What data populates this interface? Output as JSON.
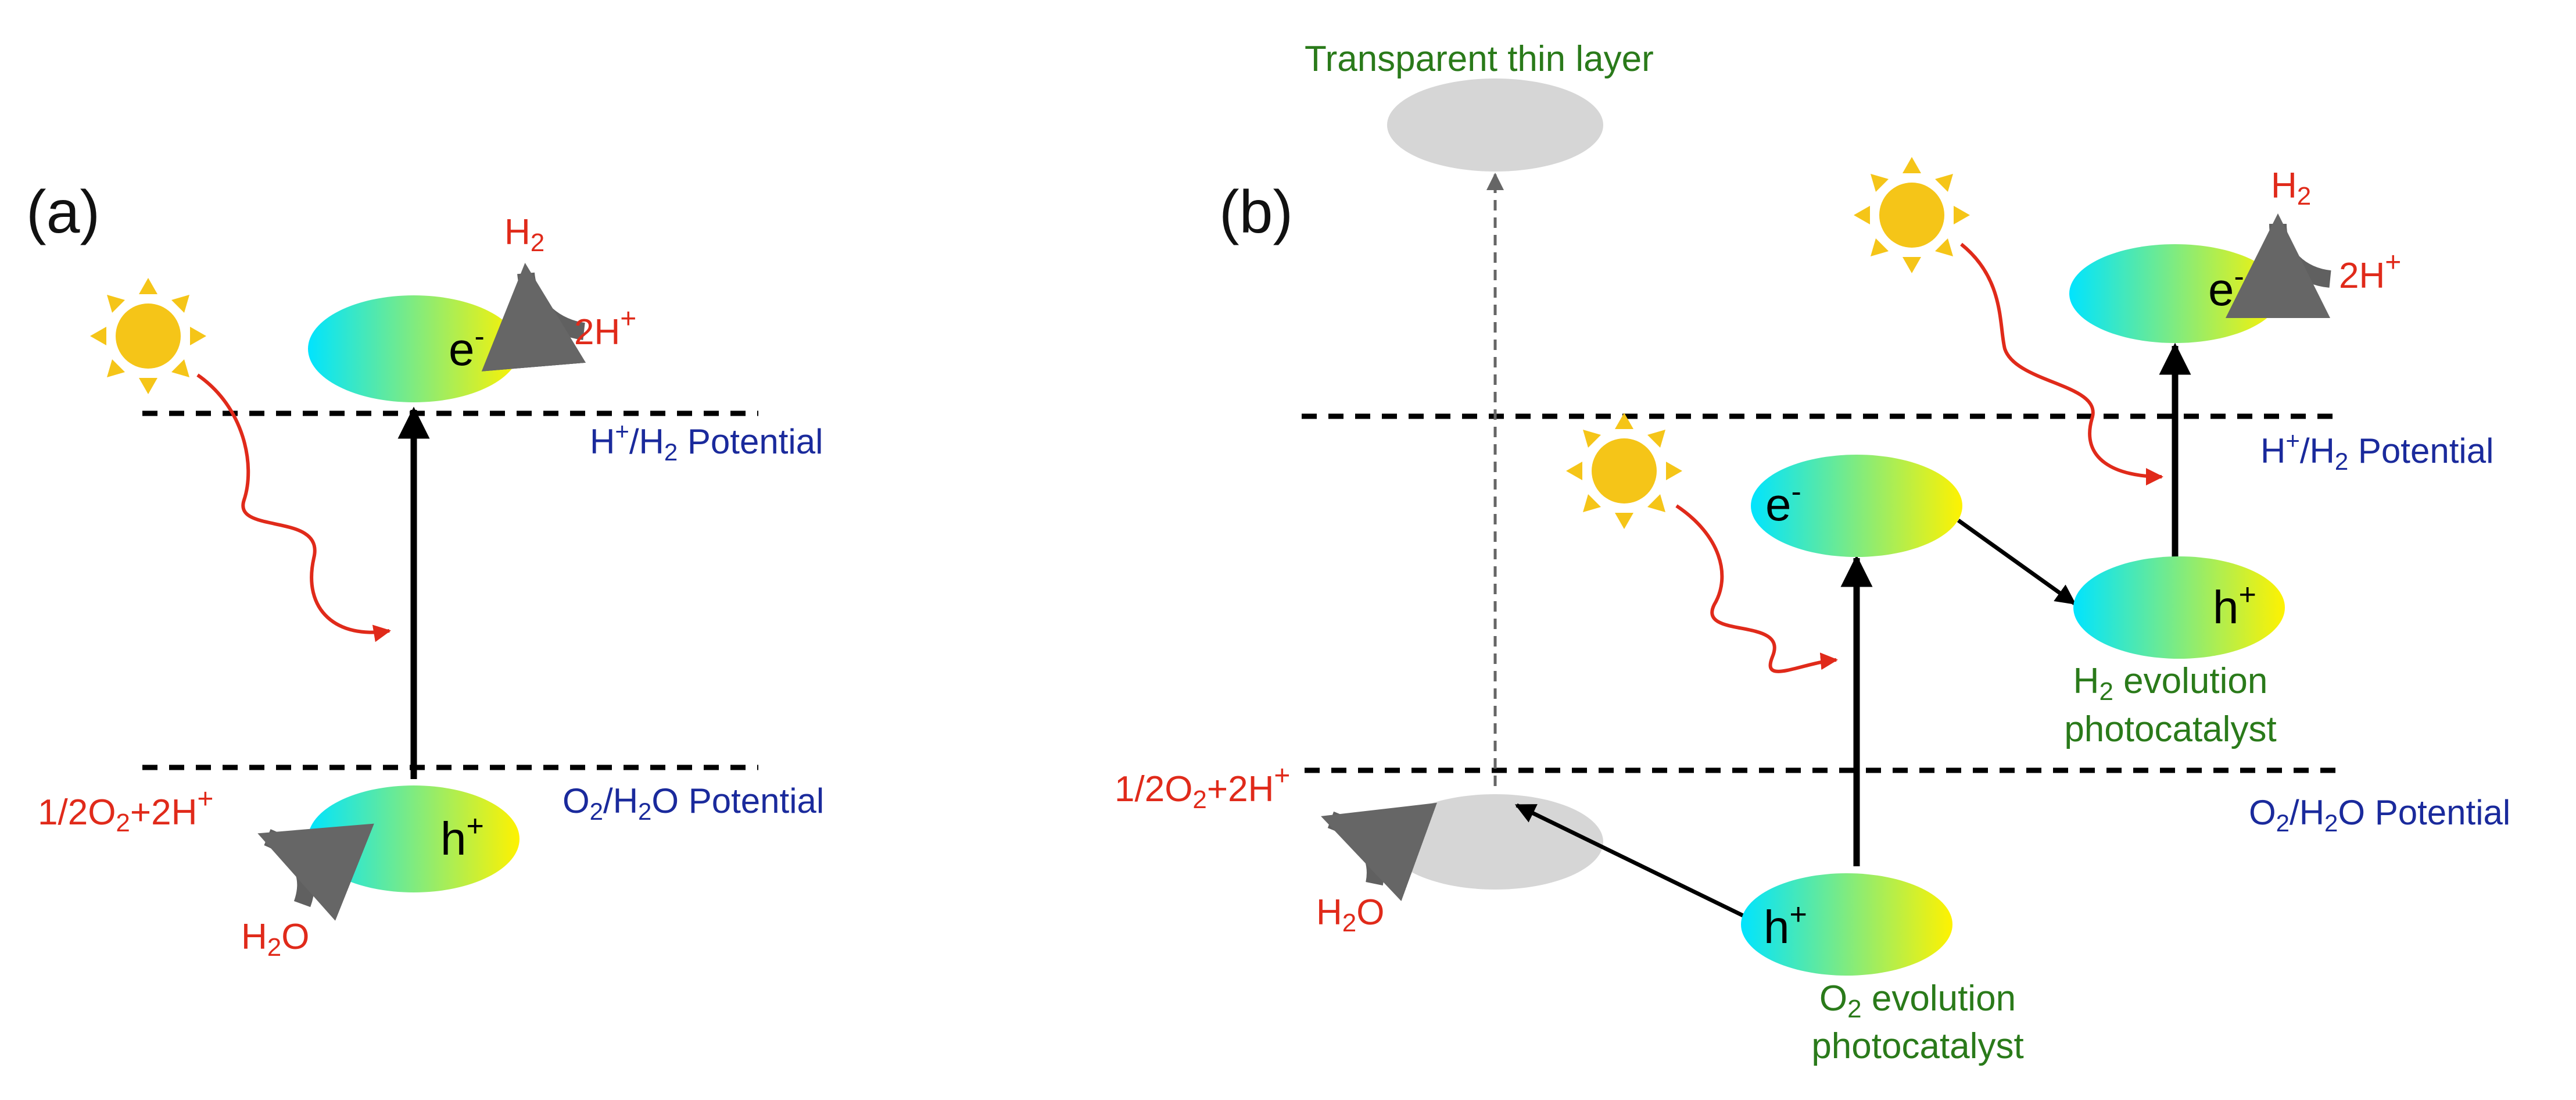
{
  "panels": {
    "a": {
      "label": "(a)",
      "e_label": "e",
      "e_sup": "-",
      "h_label": "h",
      "h_sup": "+",
      "h2_product": {
        "main": "H",
        "sub": "2"
      },
      "proton_2h": {
        "main": "2H",
        "sup": "+"
      },
      "o2_product": {
        "p1": "1/2O",
        "sub": "2",
        "p2": "+2H",
        "sup": "+"
      },
      "water": {
        "p1": "H",
        "sub": "2",
        "p2": "O"
      },
      "h_potential": {
        "p1": "H",
        "sup": "+",
        "p2": "/H",
        "sub": "2",
        "p3": " Potential"
      },
      "o_potential": {
        "p1": "O",
        "sub1": "2",
        "p2": "/H",
        "sub2": "2",
        "p3": "O Potential"
      }
    },
    "b": {
      "label": "(b)",
      "thin_layer_label": "Transparent thin layer",
      "mid_e_label": "e",
      "mid_e_sup": "-",
      "top_e_label": "e",
      "top_e_sup": "-",
      "right_h_label": "h",
      "right_h_sup": "+",
      "bottom_h_label": "h",
      "bottom_h_sup": "+",
      "h2_product": {
        "main": "H",
        "sub": "2"
      },
      "proton_2h": {
        "main": "2H",
        "sup": "+"
      },
      "o2_product": {
        "p1": "1/2O",
        "sub": "2",
        "p2": "+2H",
        "sup": "+"
      },
      "water": {
        "p1": "H",
        "sub": "2",
        "p2": "O"
      },
      "h_potential": {
        "p1": "H",
        "sup": "+",
        "p2": "/H",
        "sub": "2",
        "p3": " Potential"
      },
      "o_potential": {
        "p1": "O",
        "sub1": "2",
        "p2": "/H",
        "sub2": "2",
        "p3": "O Potential"
      },
      "h2_catalyst": {
        "l1a": "H",
        "l1sub": "2",
        "l1b": " evolution",
        "l2": "photocatalyst"
      },
      "o2_catalyst": {
        "l1a": "O",
        "l1sub": "2",
        "l1b": " evolution",
        "l2": "photocatalyst"
      }
    }
  },
  "colors": {
    "potential_text": "#1a2a9c",
    "reaction_text": "#e02a1a",
    "catalyst_text": "#2a7a1a",
    "sun": "#f5c518",
    "thin_layer": "#d6d6d6",
    "curved_arrow": "#606060",
    "wavy_arrow": "#e02a1a",
    "gradient_start": "#00e4ff",
    "gradient_end": "#fff200"
  },
  "icons": [
    "sun-icon",
    "curved-arrow-icon",
    "wavy-light-arrow-icon"
  ]
}
